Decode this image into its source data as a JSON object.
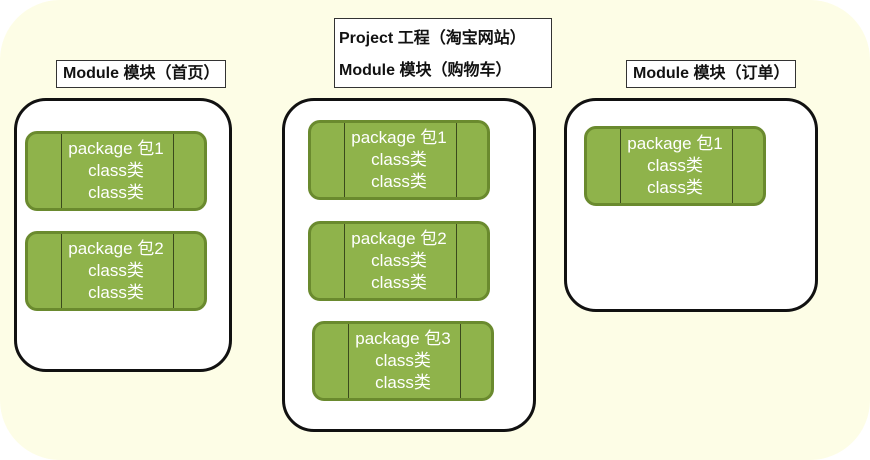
{
  "project": {
    "title": "Project 工程（淘宝网站）"
  },
  "modules": [
    {
      "label": "Module 模块（首页）",
      "packages": [
        {
          "name": "package 包1",
          "classes": [
            "class类",
            "class类"
          ]
        },
        {
          "name": "package 包2",
          "classes": [
            "class类",
            "class类"
          ]
        }
      ]
    },
    {
      "label": "Module 模块（购物车）",
      "packages": [
        {
          "name": "package 包1",
          "classes": [
            "class类",
            "class类"
          ]
        },
        {
          "name": "package 包2",
          "classes": [
            "class类",
            "class类"
          ]
        },
        {
          "name": "package 包3",
          "classes": [
            "class类",
            "class类"
          ]
        }
      ]
    },
    {
      "label": "Module 模块（订单）",
      "packages": [
        {
          "name": "package 包1",
          "classes": [
            "class类",
            "class类"
          ]
        }
      ]
    }
  ],
  "colors": {
    "background": "#fdfde6",
    "package_fill": "#8fb34b",
    "package_border": "#6a8a2e"
  }
}
